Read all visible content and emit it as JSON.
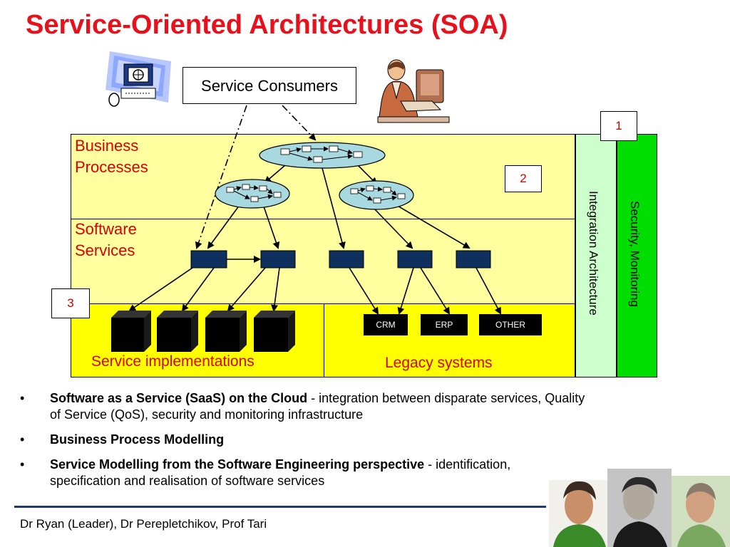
{
  "title": "Service-Oriented Architectures (SOA)",
  "consumers_label": "Service Consumers",
  "layers": {
    "business": "Business\nProcesses",
    "software": "Software\nServices",
    "implementations": "Service implementations",
    "legacy": "Legacy systems"
  },
  "legacy_systems": [
    "CRM",
    "ERP",
    "OTHER"
  ],
  "side_columns": {
    "integration": "Integration Architecture",
    "security": "Security, Monitoring"
  },
  "markers": [
    "1",
    "2",
    "3"
  ],
  "bullets": [
    {
      "bold": "Software as a Service (SaaS) on the Cloud",
      "rest": " - integration between disparate services, Quality of Service (QoS), security and monitoring infrastructure"
    },
    {
      "bold": "Business Process Modelling",
      "rest": ""
    },
    {
      "bold": "Service Modelling from the Software Engineering perspective",
      "rest": " - identification, specification and realisation of software services"
    }
  ],
  "bullet_symbol": "•",
  "footer": "Dr Ryan (Leader), Dr Perepletchikov, Prof Tari",
  "colors": {
    "title": "#e8101a",
    "band_yellow_light": "#ffffa0",
    "band_yellow": "#ffff00",
    "integration_green": "#ccffcc",
    "security_green": "#00dd00",
    "service_box": "#0f2f5f",
    "process_ellipse": "#a8d8e0"
  }
}
